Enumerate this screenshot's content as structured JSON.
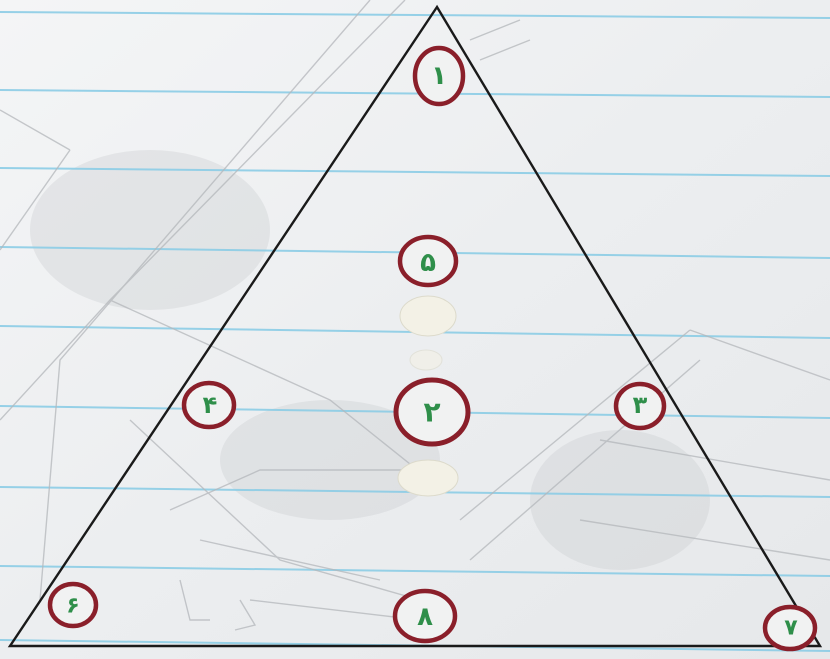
{
  "colors": {
    "paper": "#eef0f1",
    "rule_line": "#8ccde6",
    "pencil": "#b4b7bb",
    "triangle_ink": "#1a1a1a",
    "circle_ink": "#8a1f2a",
    "numeral_ink": "#2f8f4a",
    "correction_fluid": "#f3f1e6"
  },
  "nodes": [
    {
      "id": "top",
      "numeral": "١"
    },
    {
      "id": "upper-center",
      "numeral": "۵"
    },
    {
      "id": "center",
      "numeral": "٢"
    },
    {
      "id": "left",
      "numeral": "۴"
    },
    {
      "id": "right",
      "numeral": "٣"
    },
    {
      "id": "bottom-left",
      "numeral": "۶"
    },
    {
      "id": "bottom-center",
      "numeral": "٨"
    },
    {
      "id": "bottom-right",
      "numeral": "٧"
    }
  ]
}
